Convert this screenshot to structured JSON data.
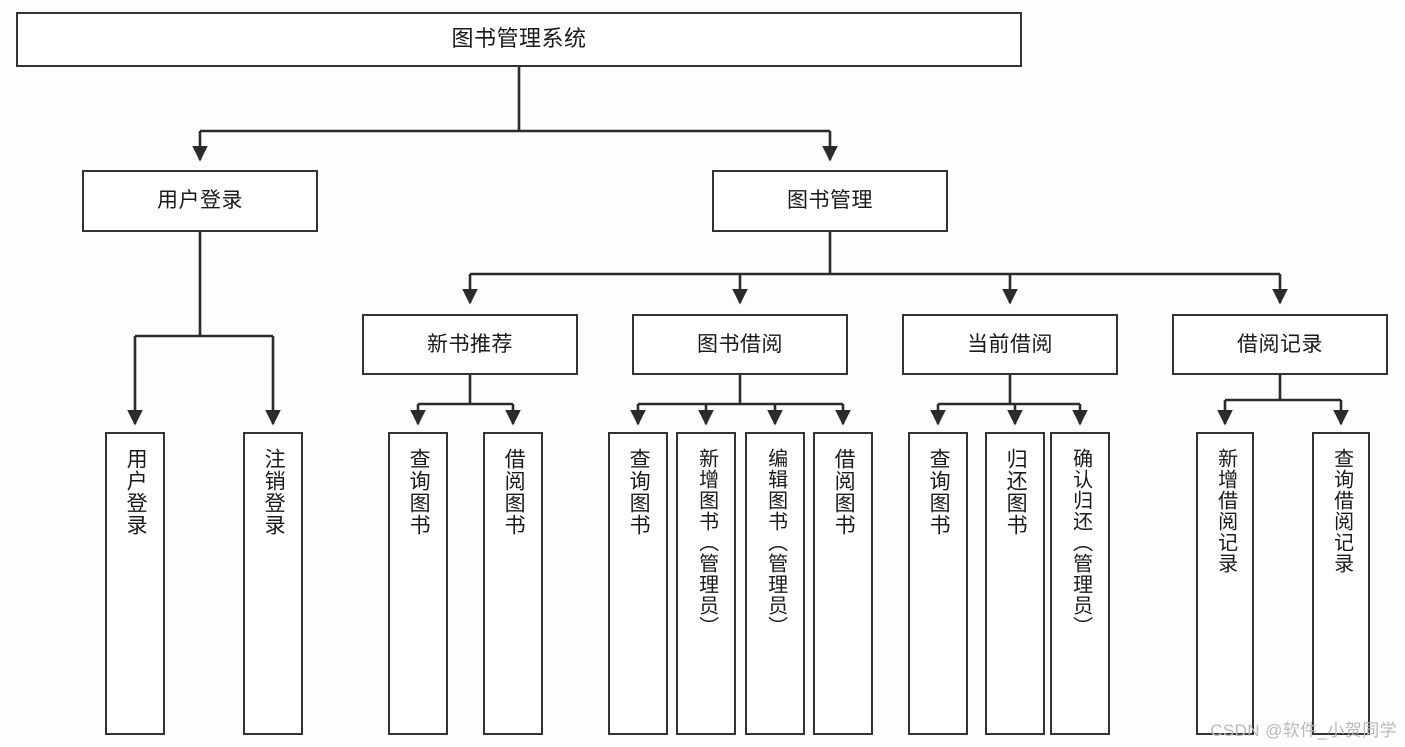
{
  "diagram": {
    "type": "tree-hierarchy",
    "title": "图书管理系统",
    "stroke_color": "#333333",
    "fill_color": "#ffffff",
    "background_color": "#fdfdfd",
    "watermark": "CSDN @软件_小贺同学",
    "levels": {
      "level1": [
        "图书管理系统"
      ],
      "level2": [
        "用户登录",
        "图书管理"
      ],
      "level3": [
        "新书推荐",
        "图书借阅",
        "当前借阅",
        "借阅记录"
      ],
      "level4": [
        "用户登录",
        "注销登录",
        "查询图书",
        "借阅图书",
        "查询图书",
        "新增图书（管理员）",
        "编辑图书（管理员）",
        "借阅图书",
        "查询图书",
        "归还图书",
        "确认归还（管理员）",
        "新增借阅记录",
        "查询借阅记录"
      ]
    },
    "nodes": {
      "root": {
        "label": "图书管理系统"
      },
      "user_login": {
        "label": "用户登录"
      },
      "book_manage": {
        "label": "图书管理"
      },
      "new_book_rec": {
        "label": "新书推荐"
      },
      "book_borrow": {
        "label": "图书借阅"
      },
      "current_borrow": {
        "label": "当前借阅"
      },
      "borrow_record": {
        "label": "借阅记录"
      },
      "leaf_user_login": {
        "label": "用户登录"
      },
      "leaf_logout": {
        "label": "注销登录"
      },
      "leaf_query_book_a": {
        "label": "查询图书"
      },
      "leaf_borrow_book_a": {
        "label": "借阅图书"
      },
      "leaf_query_book_b": {
        "label": "查询图书"
      },
      "leaf_add_book": {
        "label": "新增图书（管理员）"
      },
      "leaf_edit_book": {
        "label": "编辑图书（管理员）"
      },
      "leaf_borrow_book_b": {
        "label": "借阅图书"
      },
      "leaf_query_book_c": {
        "label": "查询图书"
      },
      "leaf_return_book": {
        "label": "归还图书"
      },
      "leaf_confirm_return": {
        "label": "确认归还（管理员）"
      },
      "leaf_add_record": {
        "label": "新增借阅记录"
      },
      "leaf_query_record": {
        "label": "查询借阅记录"
      }
    }
  }
}
